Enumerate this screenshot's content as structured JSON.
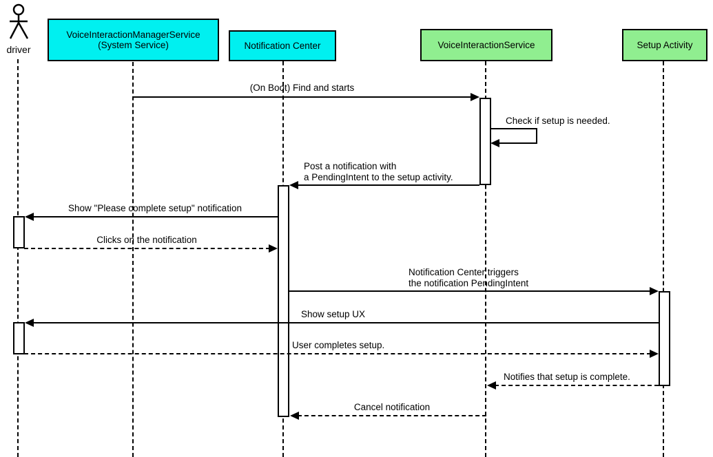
{
  "diagram_type": "uml-sequence",
  "colors": {
    "background": "#FFFFFF",
    "line": "#000000",
    "participant_cyan": "#00F0F0",
    "participant_green": "#90EE90"
  },
  "actor": {
    "label": "driver"
  },
  "participants": [
    {
      "label": "VoiceInteractionManagerService\n(System Service)",
      "fill": "#00F0F0"
    },
    {
      "label": "Notification Center",
      "fill": "#00F0F0"
    },
    {
      "label": "VoiceInteractionService",
      "fill": "#90EE90"
    },
    {
      "label": "Setup Activity",
      "fill": "#90EE90"
    }
  ],
  "messages": [
    {
      "from": "VoiceInteractionManagerService (System Service)",
      "to": "VoiceInteractionService",
      "style": "solid",
      "label": "(On Boot) Find and starts"
    },
    {
      "from": "VoiceInteractionService",
      "to": "VoiceInteractionService",
      "style": "solid",
      "self_message": true,
      "label": "Check if setup is needed."
    },
    {
      "from": "VoiceInteractionService",
      "to": "Notification Center",
      "style": "solid",
      "label": "Post a notification with\na PendingIntent to the setup activity."
    },
    {
      "from": "Notification Center",
      "to": "driver",
      "style": "solid",
      "label": "Show \"Please complete setup\" notification"
    },
    {
      "from": "driver",
      "to": "Notification Center",
      "style": "dashed",
      "label": "Clicks on the notification"
    },
    {
      "from": "Notification Center",
      "to": "Setup Activity",
      "style": "solid",
      "label": "Notification Center triggers\nthe notification PendingIntent"
    },
    {
      "from": "Setup Activity",
      "to": "driver",
      "style": "solid",
      "label": "Show setup UX"
    },
    {
      "from": "driver",
      "to": "Setup Activity",
      "style": "dashed",
      "label": "User completes setup."
    },
    {
      "from": "Setup Activity",
      "to": "VoiceInteractionService",
      "style": "dashed",
      "label": "Notifies that setup is complete."
    },
    {
      "from": "VoiceInteractionService",
      "to": "Notification Center",
      "style": "dashed",
      "label": "Cancel notification"
    }
  ]
}
